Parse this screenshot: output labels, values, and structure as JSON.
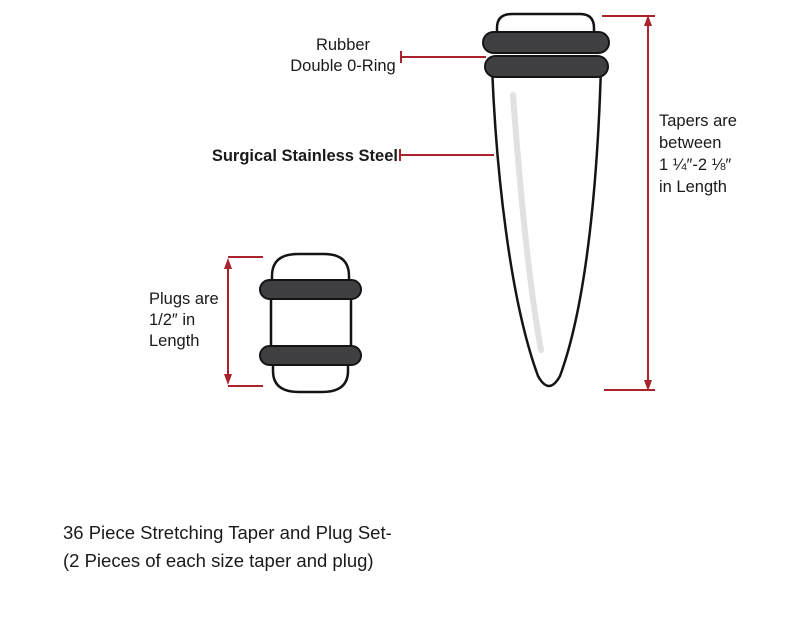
{
  "diagram": {
    "labels": {
      "rubber_ring": {
        "line1": "Rubber",
        "line2": "Double 0-Ring"
      },
      "steel": "Surgical Stainless Steel",
      "taper_length": {
        "line1": "Tapers are",
        "line2": "between",
        "line3": "1 ¼″-2 ⅛″",
        "line4": "in Length"
      },
      "plug_length": {
        "line1": "Plugs are",
        "line2": "1/2″ in",
        "line3": "Length"
      }
    },
    "caption": {
      "line1": "36 Piece Stretching Taper and Plug Set-",
      "line2": "(2 Pieces of each size taper and plug)"
    },
    "colors": {
      "dimension_red": "#a8232b",
      "ring_dark": "#403f41",
      "outline": "#141414",
      "background": "#ffffff"
    }
  }
}
